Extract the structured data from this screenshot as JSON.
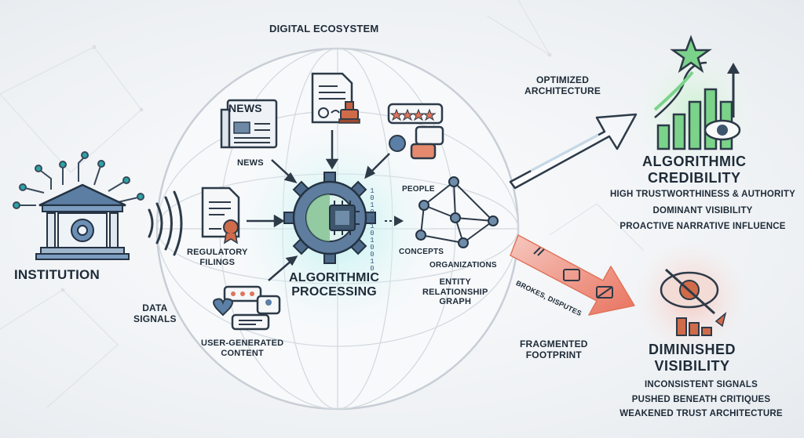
{
  "title": "DIGITAL ECOSYSTEM",
  "institution": {
    "label": "INSTITUTION"
  },
  "data_signals": {
    "label": "DATA\nSIGNALS"
  },
  "sources": {
    "news": "NEWS",
    "news_masthead": "NEWS",
    "regulatory": "REGULATORY\nFILINGS",
    "ugc": "USER-GENERATED\nCONTENT"
  },
  "processing": {
    "label": "ALGORITHMIC\nPROCESSING"
  },
  "graph": {
    "people": "PEOPLE",
    "concepts": "CONCEPTS",
    "organizations": "ORGANIZATIONS",
    "label": "ENTITY\nRELATIONSHIP\nGRAPH"
  },
  "optimized": {
    "label": "OPTIMIZED\nARCHITECTURE"
  },
  "fragmented": {
    "label": "FRAGMENTED\nFOOTPRINT",
    "arrow_text": "BROKES, DISPUTES"
  },
  "credibility": {
    "title": "ALGORITHMIC\nCREDIBILITY",
    "items": [
      "HIGH TRUSTWORTHINESS & AUTHORITY",
      "DOMINANT VISIBILITY",
      "PROACTIVE NARRATIVE INFLUENCE"
    ],
    "color": "#7bd38a"
  },
  "diminished": {
    "title": "DIMINISHED\nVISIBILITY",
    "items": [
      "INCONSISTENT SIGNALS",
      "PUSHED BENEATH CRITIQUES",
      "WEAKENED TRUST ARCHITECTURE"
    ],
    "color": "#f08070"
  },
  "binary_glyphs": "1 0 1 0 1 1 0 1 0 0 1 0"
}
